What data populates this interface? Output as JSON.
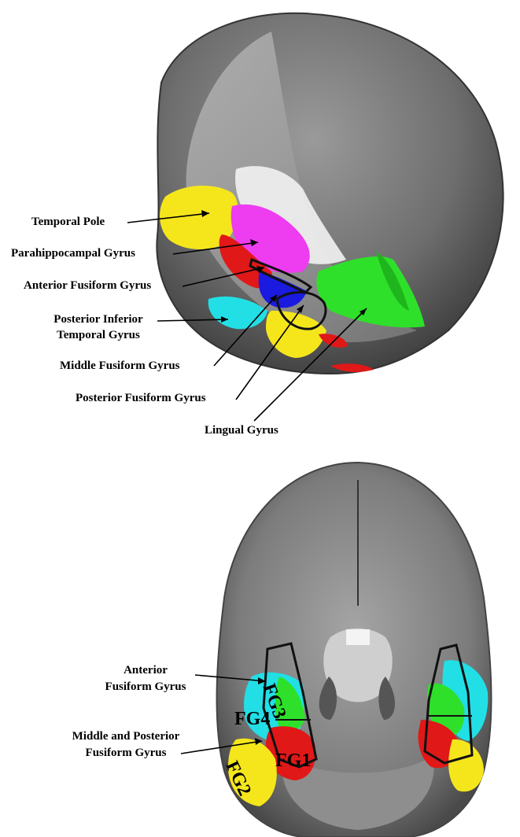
{
  "top_panel": {
    "labels": {
      "temporal_pole": "Temporal Pole",
      "parahippocampal": "Parahippocampal Gyrus",
      "anterior_fusiform": "Anterior Fusiform Gyrus",
      "post_inf_temporal_1": "Posterior Inferior",
      "post_inf_temporal_2": "Temporal Gyrus",
      "middle_fusiform": "Middle Fusiform Gyrus",
      "posterior_fusiform": "Posterior Fusiform Gyrus",
      "lingual": "Lingual Gyrus"
    },
    "region_colors": {
      "temporal_pole": "#f5e61c",
      "parahippocampal": "#ee3cf0",
      "anterior_fusiform": "#e01818",
      "middle_fusiform": "#1a1ae0",
      "posterior_fusiform": "#f5e61c",
      "post_inf_temporal": "#22dfe6",
      "lingual": "#2ee02a"
    }
  },
  "bottom_panel": {
    "labels": {
      "anterior_1": "Anterior",
      "anterior_2": "Fusiform Gyrus",
      "mid_post_1": "Middle and Posterior",
      "mid_post_2": "Fusiform Gyrus"
    },
    "fg_labels": {
      "fg1": "FG1",
      "fg2": "FG2",
      "fg3": "FG3",
      "fg4": "FG4"
    }
  }
}
